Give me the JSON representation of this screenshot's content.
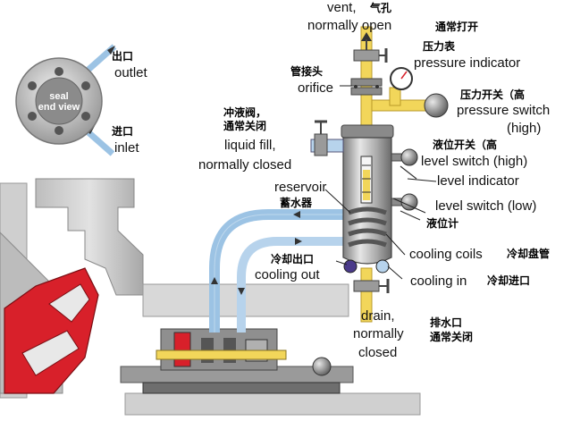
{
  "seal_view": {
    "outlet_cn": "出口",
    "outlet_en": "outlet",
    "inlet_cn": "进口",
    "inlet_en": "inlet",
    "hub_text_1": "seal",
    "hub_text_2": "end view"
  },
  "labels": {
    "vent_en_1": "vent,",
    "vent_cn_1": "气孔",
    "vent_en_2": "normally open",
    "vent_cn_2": "通常打开",
    "pressure_indicator_cn": "压力表",
    "pressure_indicator_en": "pressure indicator",
    "orifice_cn": "管接头",
    "orifice_en": "orifice",
    "pressure_switch_cn": "压力开关（高",
    "pressure_switch_en_1": "pressure switch",
    "pressure_switch_en_2": "(high)",
    "liquid_fill_cn_1": "冲液阀，",
    "liquid_fill_cn_2": "通常关闭",
    "liquid_fill_en_1": "liquid fill,",
    "liquid_fill_en_2": "normally closed",
    "level_switch_high_cn": "液位开关（高",
    "level_switch_high_en": "level switch (high)",
    "level_indicator_en": "level indicator",
    "reservoir_en": "reservoir",
    "reservoir_cn": "蓄水器",
    "level_switch_low_en": "level switch (low)",
    "level_gauge_cn": "液位计",
    "cooling_out_cn": "冷却出口",
    "cooling_out_en": "cooling out",
    "cooling_coils_en": "cooling coils",
    "cooling_coils_cn": "冷却盘管",
    "cooling_in_en": "cooling in",
    "cooling_in_cn": "冷却进口",
    "drain_en_1": "drain,",
    "drain_en_2": "normally",
    "drain_en_3": "closed",
    "drain_cn_1": "排水口",
    "drain_cn_2": "通常关闭"
  },
  "colors": {
    "barrier_fluid": "#f2d65a",
    "cooling_water": "#9cc3e4",
    "pump_casing": "#c8c8c8",
    "impeller": "#d8202a",
    "vessel": "#a8a8a8",
    "arrow": "#3a3a3a"
  }
}
